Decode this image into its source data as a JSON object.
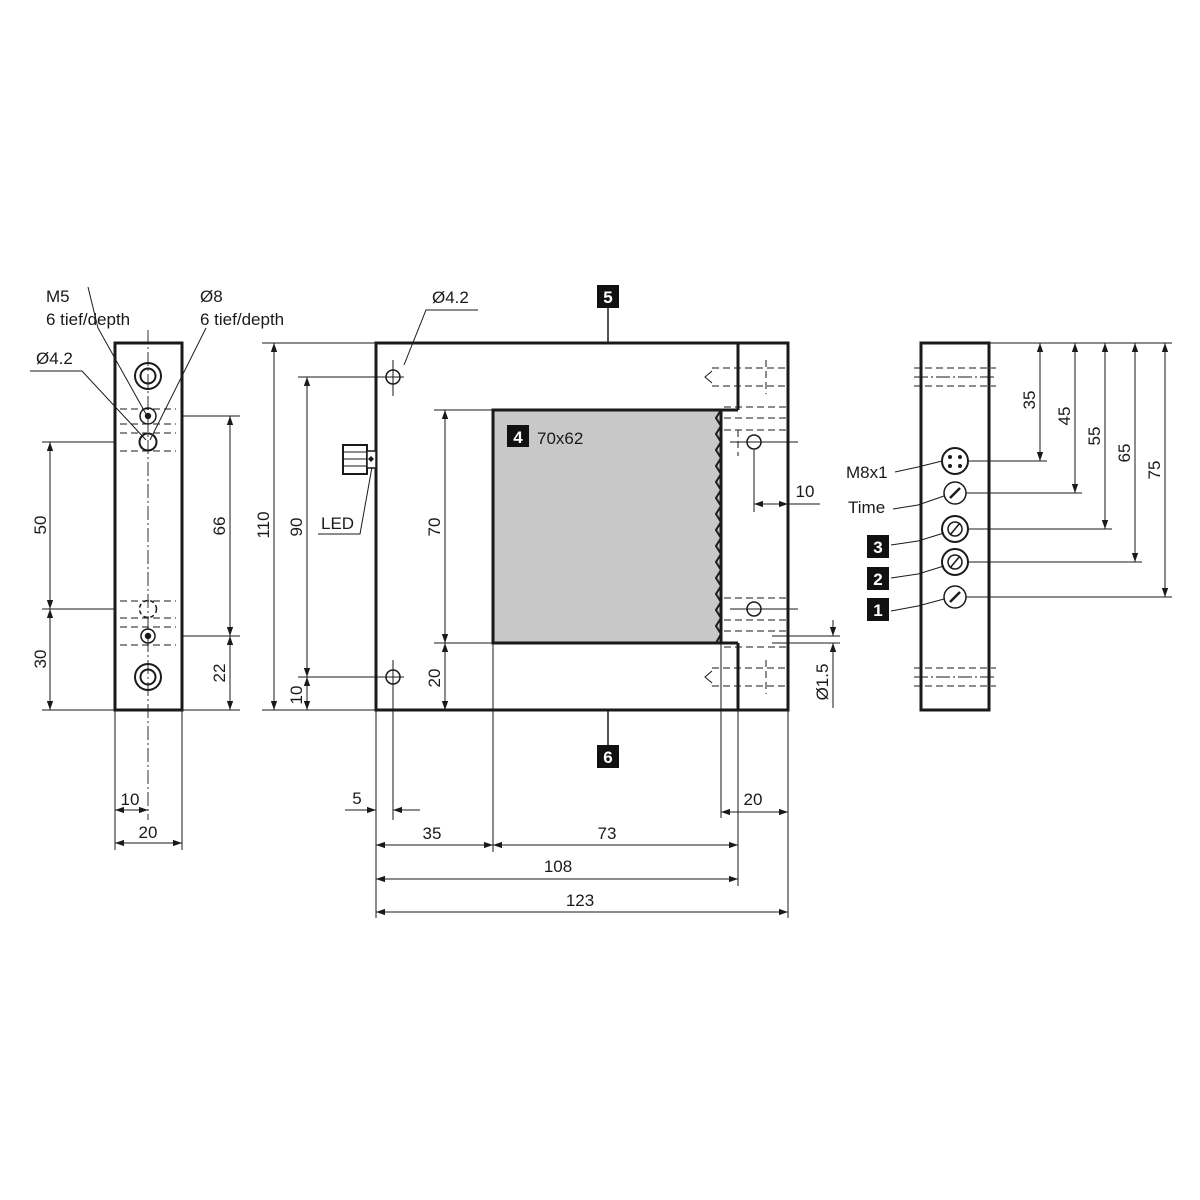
{
  "colors": {
    "line": "#1a1a1a",
    "sensing_area": "#c8c8c8",
    "badge": "#111111",
    "background": "#ffffff"
  },
  "left_view": {
    "m5": "M5",
    "m5_depth": "6 tief/depth",
    "d8": "Ø8",
    "d8_depth": "6 tief/depth",
    "hole": "Ø4.2",
    "dims": {
      "d50": "50",
      "d30": "30",
      "d66": "66",
      "d22": "22",
      "d10": "10",
      "d20": "20"
    }
  },
  "front_view": {
    "hole": "Ø4.2",
    "led": "LED",
    "window_size": "70x62",
    "pin_hole": "Ø1.5",
    "dims": {
      "d110": "110",
      "d90": "90",
      "d10": "10",
      "d70": "70",
      "d20": "20",
      "d10r": "10",
      "d5": "5",
      "d35": "35",
      "d73": "73",
      "d20r": "20",
      "d108": "108",
      "d123": "123"
    }
  },
  "right_view": {
    "connector": "M8x1",
    "time": "Time",
    "dims": {
      "d35": "35",
      "d45": "45",
      "d55": "55",
      "d65": "65",
      "d75": "75"
    }
  },
  "badges": {
    "b1": "1",
    "b2": "2",
    "b3": "3",
    "b4": "4",
    "b5": "5",
    "b6": "6"
  }
}
